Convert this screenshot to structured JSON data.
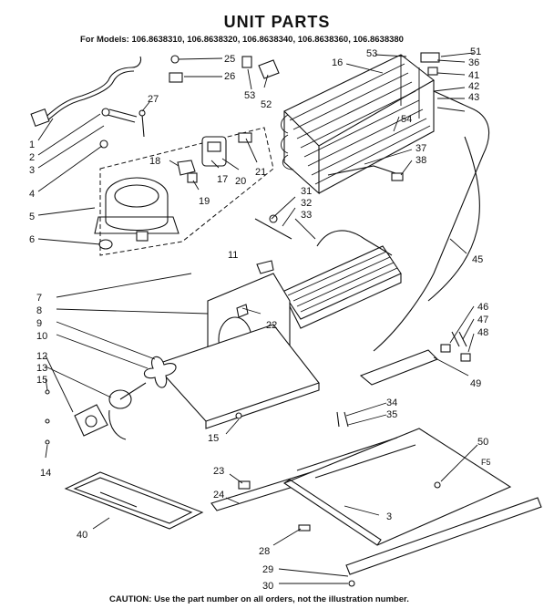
{
  "header": {
    "title": "UNIT PARTS",
    "models": "For Models: 106.8638310, 106.8638320, 106.8638340, 106.8638360, 106.8638380"
  },
  "footer": {
    "caution": "CAUTION: Use the part number on all orders, not the illustration number."
  },
  "callouts": [
    "1",
    "2",
    "3",
    "4",
    "5",
    "6",
    "7",
    "8",
    "9",
    "10",
    "11",
    "12",
    "13",
    "14",
    "15",
    "15",
    "16",
    "17",
    "18",
    "19",
    "20",
    "21",
    "22",
    "23",
    "24",
    "25",
    "26",
    "27",
    "28",
    "29",
    "30",
    "31",
    "32",
    "33",
    "34",
    "35",
    "36",
    "37",
    "38",
    "40",
    "41",
    "42",
    "43",
    "45",
    "46",
    "47",
    "48",
    "49",
    "50",
    "51",
    "52",
    "53",
    "53",
    "54",
    "3"
  ],
  "annotations": [
    "F5"
  ]
}
